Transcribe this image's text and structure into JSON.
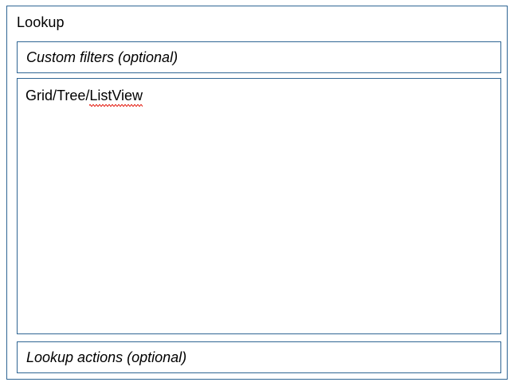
{
  "panel": {
    "title": "Lookup",
    "border_color": "#2f6593",
    "background_color": "#ffffff"
  },
  "regions": {
    "filters": {
      "label": "Custom filters (optional)"
    },
    "grid": {
      "label_prefix": "Grid/Tree/",
      "label_misspelled": "ListView",
      "spellcheck_underline_color": "#e8433a"
    },
    "actions": {
      "label": "Lookup actions (optional)"
    }
  }
}
